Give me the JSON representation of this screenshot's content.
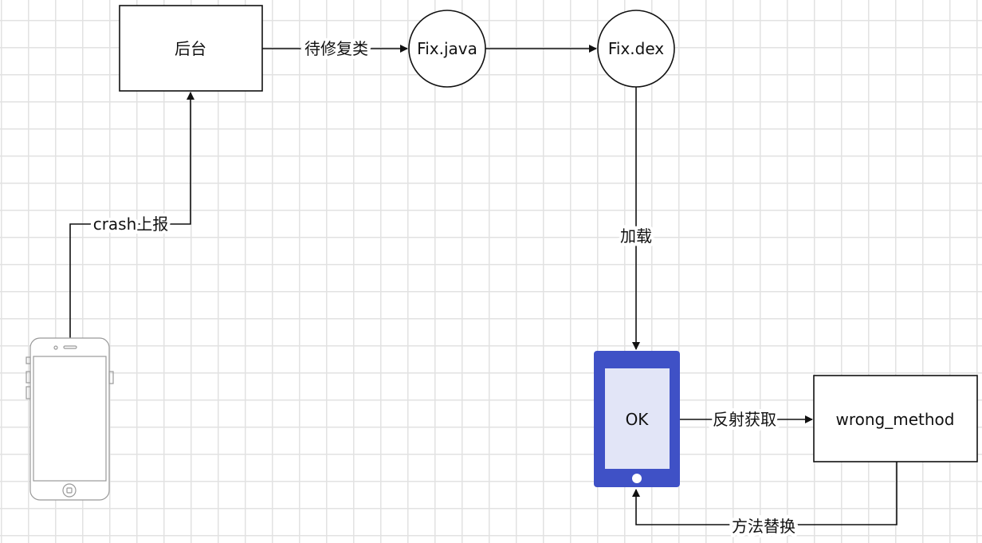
{
  "nodes": {
    "backend": "后台",
    "fix_java": "Fix.java",
    "fix_dex": "Fix.dex",
    "device_ok": "OK",
    "wrong_method": "wrong_method"
  },
  "edges": {
    "crash_report": "crash上报",
    "pending_fix_class": "待修复类",
    "load": "加载",
    "reflect_get": "反射获取",
    "method_replace": "方法替换"
  },
  "colors": {
    "tablet": "#3f51c6",
    "line": "#111111",
    "grid": "#e2e2e2"
  }
}
